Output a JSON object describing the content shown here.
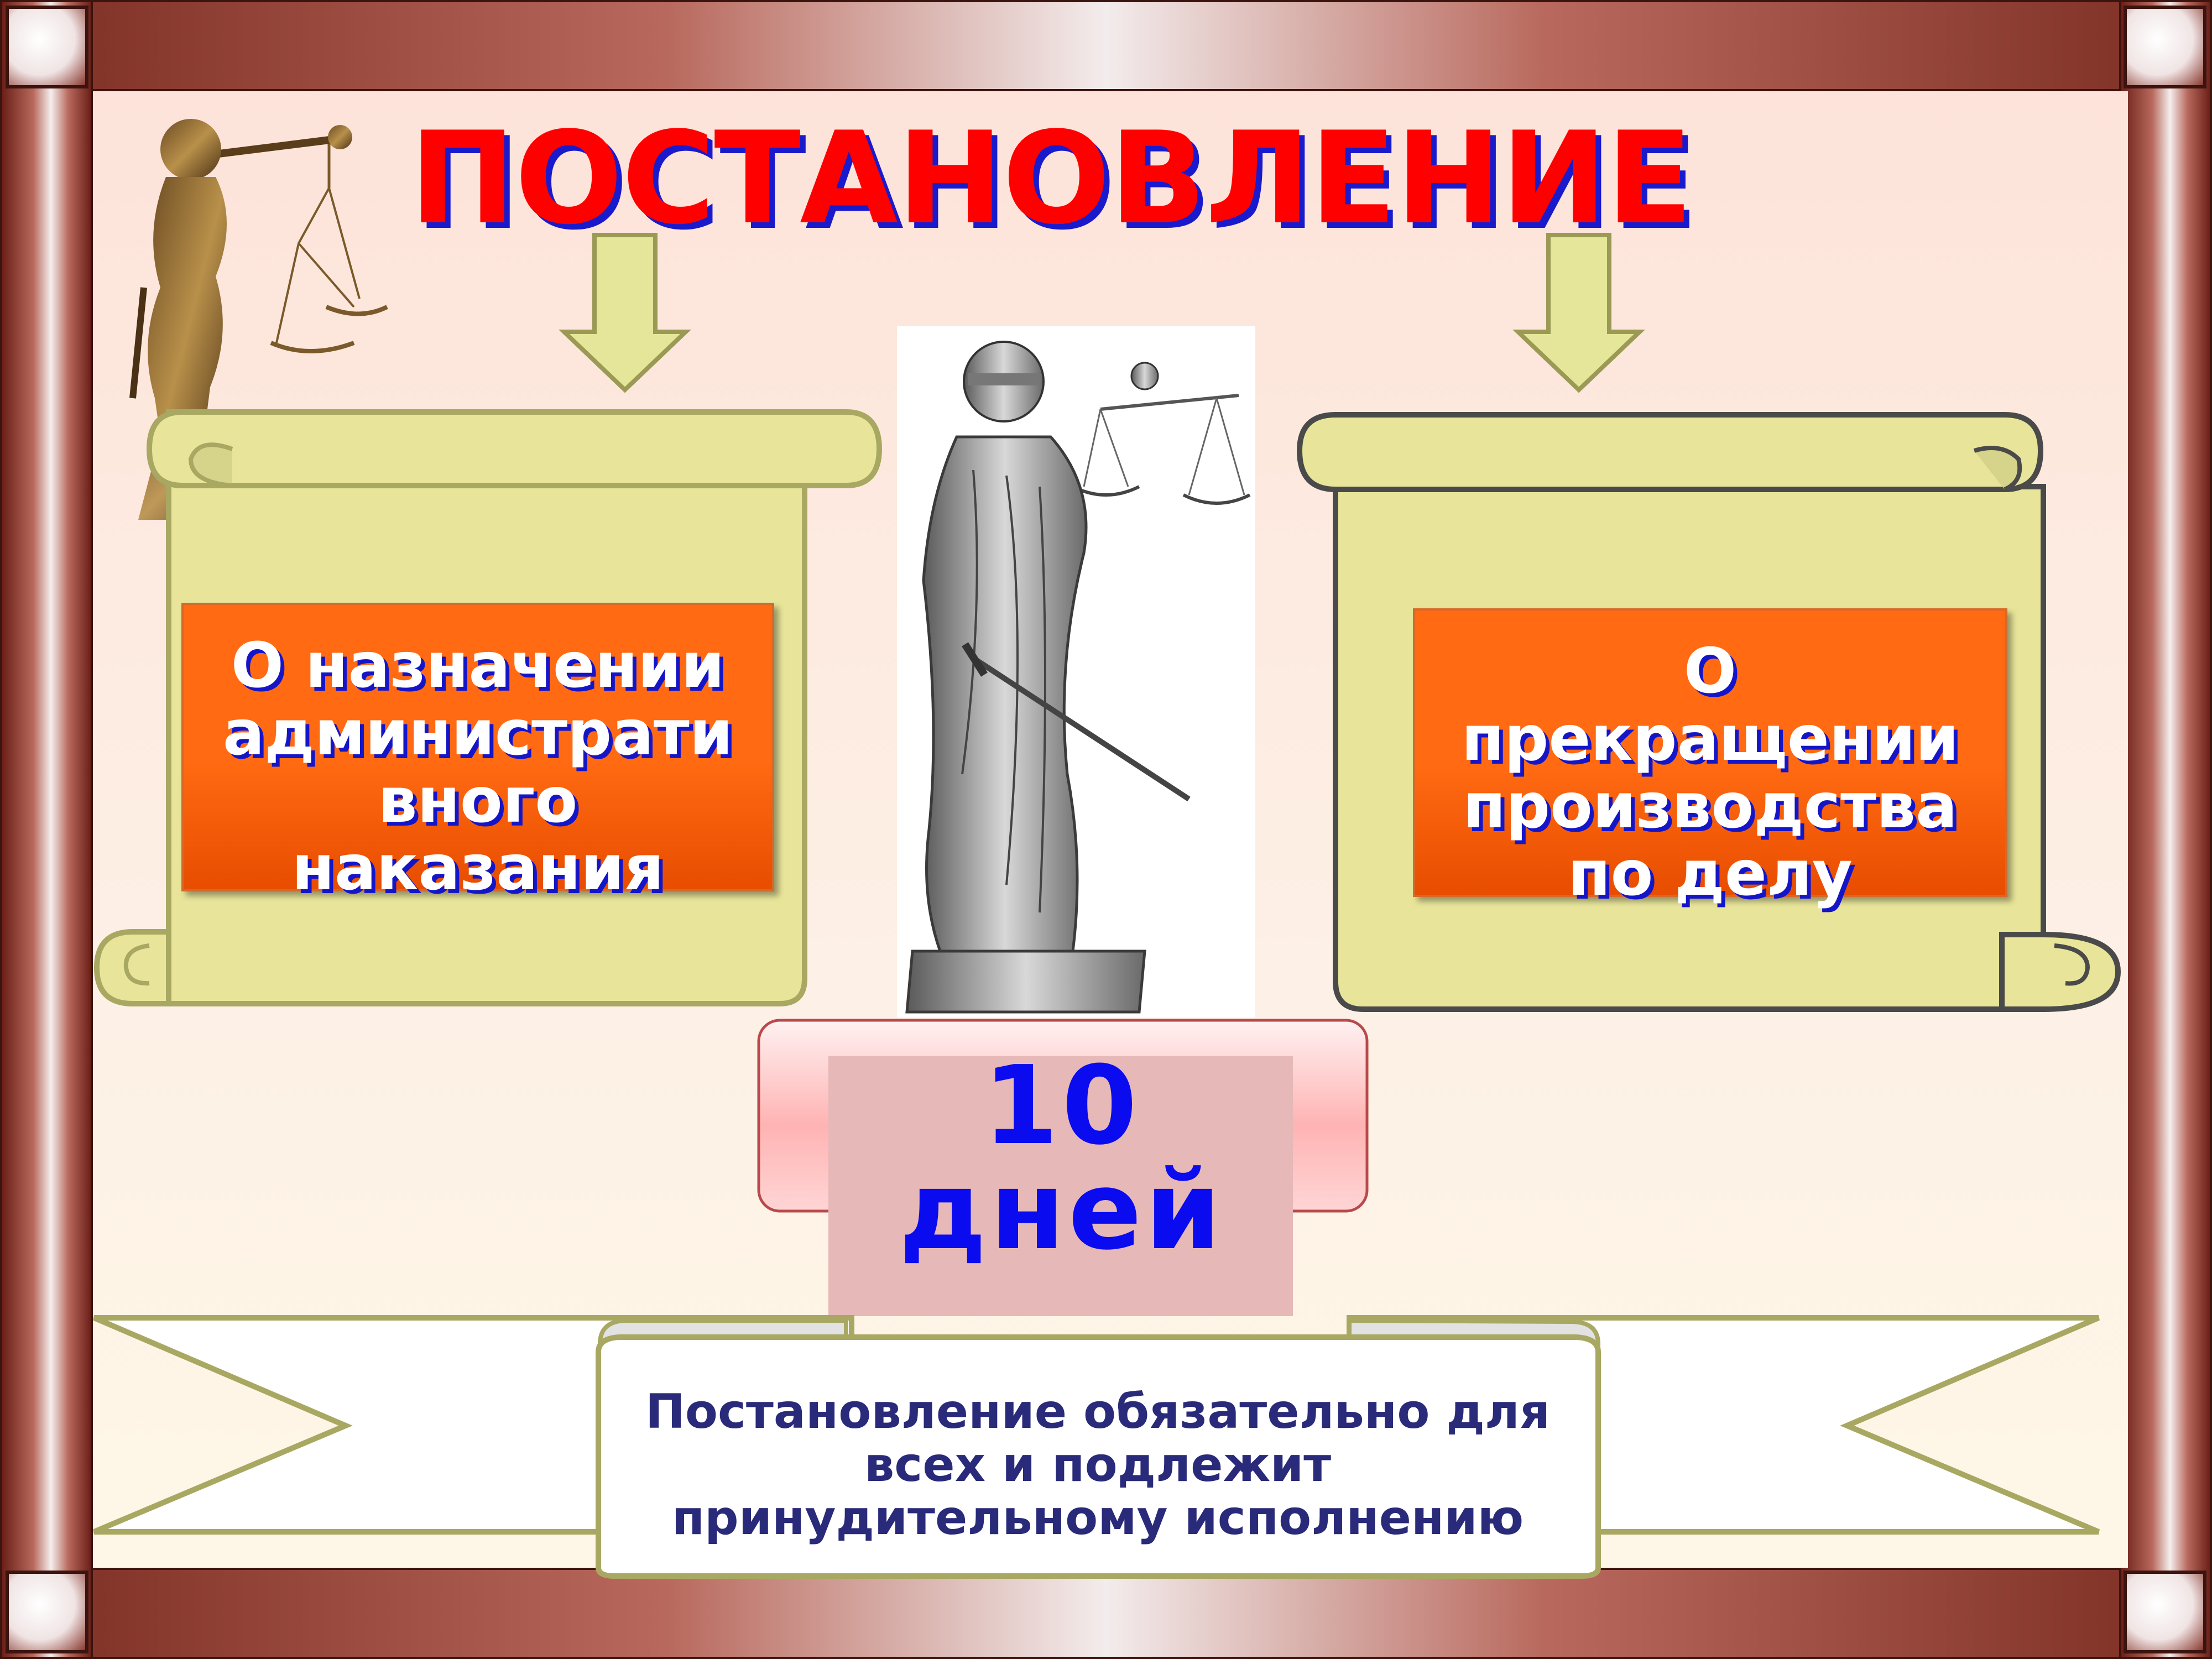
{
  "title": "ПОСТАНОВЛЕНИЕ",
  "left_scroll": {
    "lines": [
      "О назначении",
      "администрати",
      "вного",
      "наказания"
    ]
  },
  "right_scroll": {
    "lines": [
      "О",
      "прекращении",
      "производства",
      "по делу"
    ]
  },
  "term": {
    "number": "10",
    "unit": "дней"
  },
  "ribbon": {
    "lines": [
      "Постановление обязательно для",
      "всех и подлежит",
      "принудительному исполнению"
    ]
  },
  "colors": {
    "title_red": "#ff0000",
    "title_shadow_blue": "#1a1acd",
    "scroll_fill": "#e8e59a",
    "orange_box": "#ff6a12",
    "days_blue": "#0b0bf0",
    "ribbon_text": "#2a2a7a",
    "frame_brown": "#7b2c21"
  },
  "icons": {
    "left_image": "themis-bronze-statue-icon",
    "center_image": "lady-justice-engraving-icon",
    "arrows": "down-arrow-icon"
  }
}
